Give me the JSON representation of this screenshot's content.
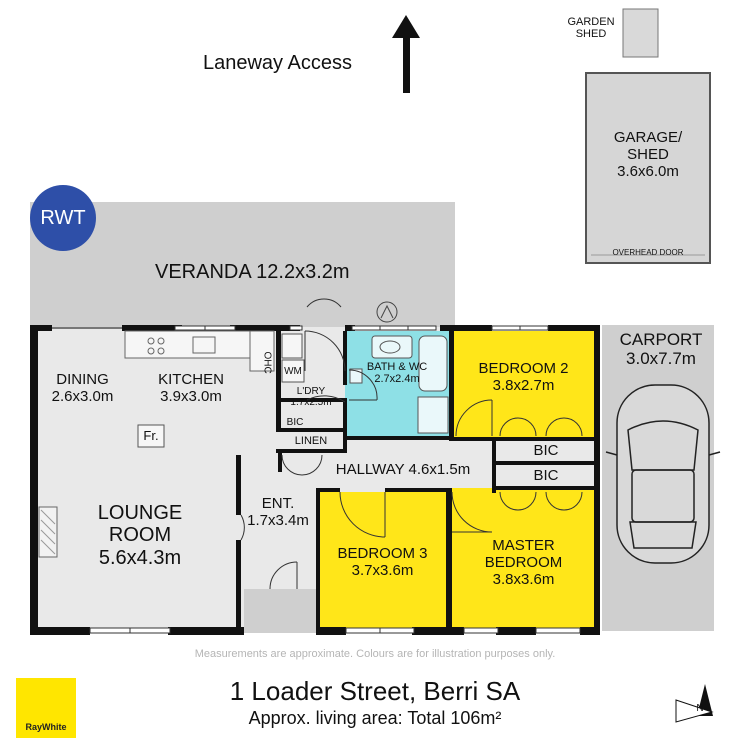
{
  "top": {
    "laneway": "Laneway Access",
    "garden_shed": [
      "GARDEN",
      "SHED"
    ],
    "garage": [
      "GARAGE/",
      "SHED",
      "3.6x6.0m"
    ],
    "overhead_door": "OVERHEAD DOOR",
    "badge": "RWT"
  },
  "rooms": {
    "veranda": "VERANDA 12.2x3.2m",
    "carport": [
      "CARPORT",
      "3.0x7.7m"
    ],
    "dining": [
      "DINING",
      "2.6x3.0m"
    ],
    "kitchen": [
      "KITCHEN",
      "3.9x3.0m"
    ],
    "ohc": "OHC",
    "wm": "WM",
    "laundry": [
      "L'DRY",
      "1.7x2.5m"
    ],
    "laundry_bic": "BIC",
    "linen": "LINEN",
    "bath": [
      "BATH & WC",
      "2.7x2.4m"
    ],
    "bedroom2": [
      "BEDROOM 2",
      "3.8x2.7m"
    ],
    "bic1": "BIC",
    "bic2": "BIC",
    "hallway": "HALLWAY 4.6x1.5m",
    "fireplace": "Fr.",
    "lounge": [
      "LOUNGE",
      "ROOM",
      "5.6x4.3m"
    ],
    "entry": [
      "ENT.",
      "1.7x3.4m"
    ],
    "bedroom3": [
      "BEDROOM 3",
      "3.7x3.6m"
    ],
    "master": [
      "MASTER",
      "BEDROOM",
      "3.8x3.6m"
    ]
  },
  "footer": {
    "disclaimer": "Measurements are approximate. Colours are for illustration purposes only.",
    "address": "1 Loader Street, Berri SA",
    "area": "Approx. living area: Total 106m²",
    "logo": "RayWhite",
    "north": "N"
  },
  "colors": {
    "bedroom": "#ffe619",
    "bathroom": "#8ee0e6",
    "floor": "#e9e9e9",
    "outdoor": "#cfcfcf",
    "wall": "#111111",
    "badge": "#2e4fa8",
    "logo": "#ffe600"
  }
}
